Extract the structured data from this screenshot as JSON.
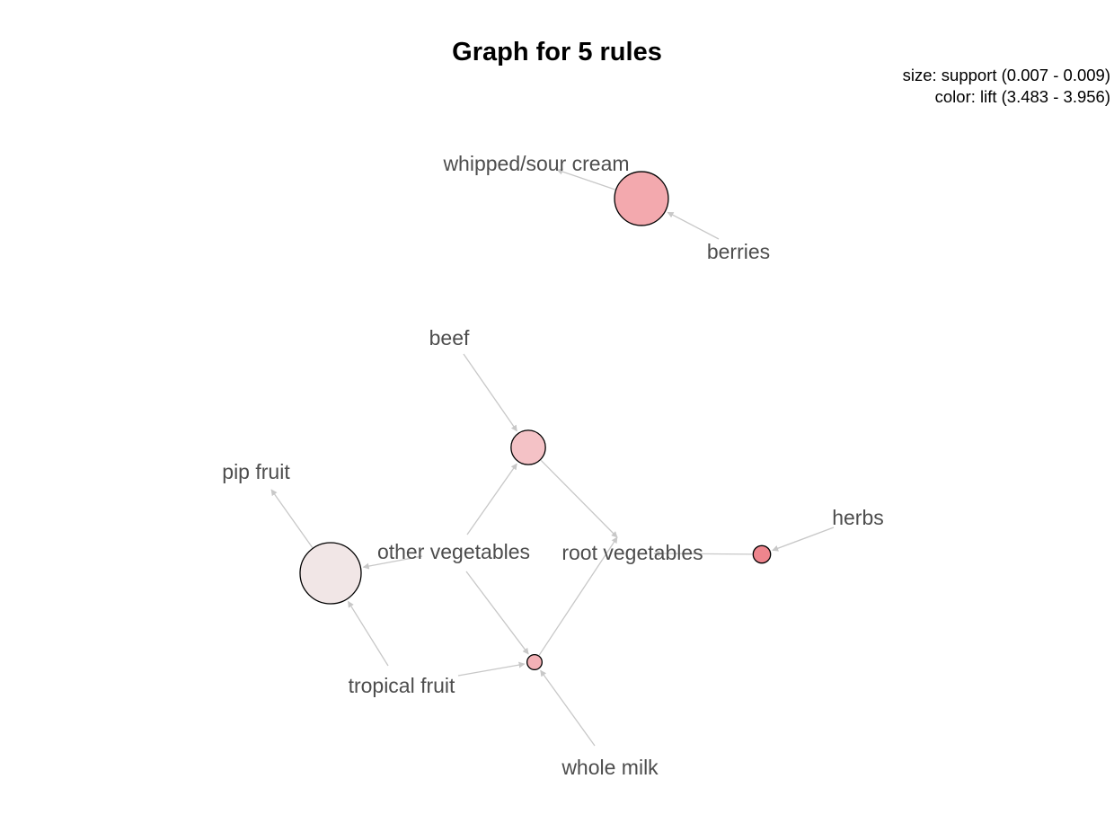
{
  "title": "Graph for 5 rules",
  "legend": {
    "size_text": "size: support (0.007 - 0.009)",
    "color_text": "color: lift (3.483 - 3.956)"
  },
  "colors": {
    "edge": "#c8c8c8",
    "label": "#4d4d4d",
    "node_stroke": "#000000"
  },
  "items": [
    {
      "id": "whipped_sour_cream",
      "label": "whipped/sour cream"
    },
    {
      "id": "berries",
      "label": "berries"
    },
    {
      "id": "beef",
      "label": "beef"
    },
    {
      "id": "pip_fruit",
      "label": "pip fruit"
    },
    {
      "id": "herbs",
      "label": "herbs"
    },
    {
      "id": "other_vegetables",
      "label": "other vegetables"
    },
    {
      "id": "root_vegetables",
      "label": "root vegetables"
    },
    {
      "id": "tropical_fruit",
      "label": "tropical fruit"
    },
    {
      "id": "whole_milk",
      "label": "whole milk"
    }
  ],
  "rules": [
    {
      "id": "rule1",
      "lhs": [
        "berries"
      ],
      "rhs": "whipped_sour_cream",
      "support_level": 0.85,
      "lift_level": 0.65,
      "color": "#f3a9ae"
    },
    {
      "id": "rule2",
      "lhs": [
        "beef",
        "other_vegetables"
      ],
      "rhs": "root_vegetables",
      "support_level": 0.45,
      "lift_level": 0.4,
      "color": "#f4c2c6"
    },
    {
      "id": "rule3",
      "lhs": [
        "other_vegetables",
        "tropical_fruit"
      ],
      "rhs": "pip_fruit",
      "support_level": 1.0,
      "lift_level": 0.05,
      "color": "#f1e6e6"
    },
    {
      "id": "rule4",
      "lhs": [
        "herbs"
      ],
      "rhs": "root_vegetables",
      "support_level": 0.1,
      "lift_level": 1.0,
      "color": "#ee858d"
    },
    {
      "id": "rule5",
      "lhs": [
        "other_vegetables",
        "tropical_fruit",
        "whole_milk"
      ],
      "rhs": "root_vegetables",
      "support_level": 0.05,
      "lift_level": 0.55,
      "color": "#f4b1b6"
    }
  ]
}
